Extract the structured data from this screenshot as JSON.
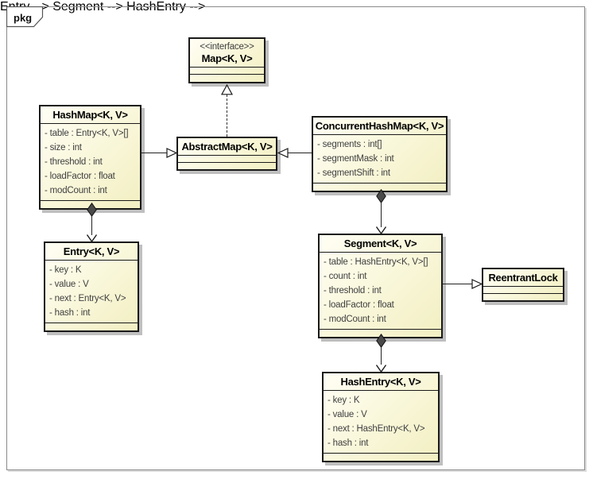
{
  "frame": {
    "label": "pkg"
  },
  "classes": {
    "map": {
      "stereotype": "<<interface>>",
      "name": "Map<K, V>",
      "attributes": []
    },
    "hashmap": {
      "name": "HashMap<K, V>",
      "attributes": [
        "- table : Entry<K, V>[]",
        "- size : int",
        "- threshold : int",
        "- loadFactor : float",
        "- modCount : int"
      ]
    },
    "abstractmap": {
      "name": "AbstractMap<K, V>",
      "attributes": []
    },
    "concurrenthashmap": {
      "name": "ConcurrentHashMap<K, V>",
      "attributes": [
        "- segments : int[]",
        "- segmentMask : int",
        "- segmentShift : int"
      ]
    },
    "entry": {
      "name": "Entry<K, V>",
      "attributes": [
        "- key : K",
        "- value : V",
        "- next : Entry<K, V>",
        "- hash : int"
      ]
    },
    "segment": {
      "name": "Segment<K, V>",
      "attributes": [
        "- table : HashEntry<K, V>[]",
        "- count : int",
        "- threshold : int",
        "- loadFactor : float",
        "- modCount : int"
      ]
    },
    "reentrantlock": {
      "name": "ReentrantLock",
      "attributes": []
    },
    "hashentry": {
      "name": "HashEntry<K, V>",
      "attributes": [
        "- key : K",
        "- value : V",
        "- next : HashEntry<K, V>",
        "- hash : int"
      ]
    }
  },
  "relationships": [
    {
      "from": "AbstractMap<K, V>",
      "to": "Map<K, V>",
      "type": "realization"
    },
    {
      "from": "HashMap<K, V>",
      "to": "AbstractMap<K, V>",
      "type": "generalization"
    },
    {
      "from": "ConcurrentHashMap<K, V>",
      "to": "AbstractMap<K, V>",
      "type": "generalization"
    },
    {
      "from": "Segment<K, V>",
      "to": "ReentrantLock",
      "type": "generalization"
    },
    {
      "from": "HashMap<K, V>",
      "to": "Entry<K, V>",
      "type": "composition"
    },
    {
      "from": "ConcurrentHashMap<K, V>",
      "to": "Segment<K, V>",
      "type": "composition"
    },
    {
      "from": "Segment<K, V>",
      "to": "HashEntry<K, V>",
      "type": "composition"
    }
  ],
  "colors": {
    "class_fill_light": "#fffef4",
    "class_fill_dark": "#f2efc2",
    "class_border": "#1a1a1a",
    "class_shadow": "#bfbfbf",
    "frame_border": "#8a8a8a",
    "attr_text": "#3f3f3f",
    "diamond_fill": "#4a4a4a"
  }
}
